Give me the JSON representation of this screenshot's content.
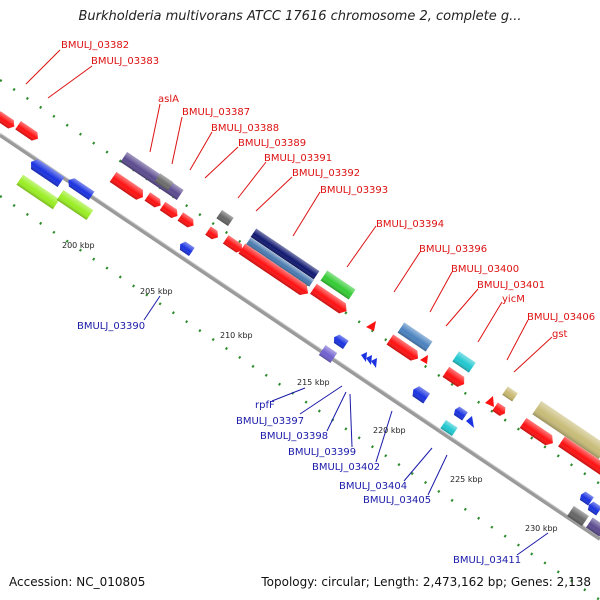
{
  "title": "Burkholderia multivorans ATCC 17616 chromosome 2, complete g...",
  "footer": {
    "accession": "Accession: NC_010805",
    "summary": "Topology: circular; Length: 2,473,162 bp; Genes: 2,138"
  },
  "colors": {
    "backbone": "#8c8c8c",
    "tick": "#2e8b2e",
    "top_label": "#dd1111",
    "bottom_label": "#1a1aaa"
  },
  "scale_labels": [
    "200 kbp",
    "205 kbp",
    "210 kbp",
    "215 kbp",
    "220 kbp",
    "225 kbp",
    "230 kbp"
  ],
  "top_labels": [
    "BMULJ_03382",
    "BMULJ_03383",
    "aslA",
    "BMULJ_03387",
    "BMULJ_03388",
    "BMULJ_03389",
    "BMULJ_03391",
    "BMULJ_03392",
    "BMULJ_03393",
    "BMULJ_03394",
    "BMULJ_03396",
    "BMULJ_03400",
    "BMULJ_03401",
    "yicM",
    "BMULJ_03406",
    "gst"
  ],
  "bottom_labels": [
    "BMULJ_03390",
    "rpfF",
    "BMULJ_03397",
    "BMULJ_03398",
    "BMULJ_03399",
    "BMULJ_03402",
    "BMULJ_03404",
    "BMULJ_03405",
    "BMULJ_03411"
  ]
}
